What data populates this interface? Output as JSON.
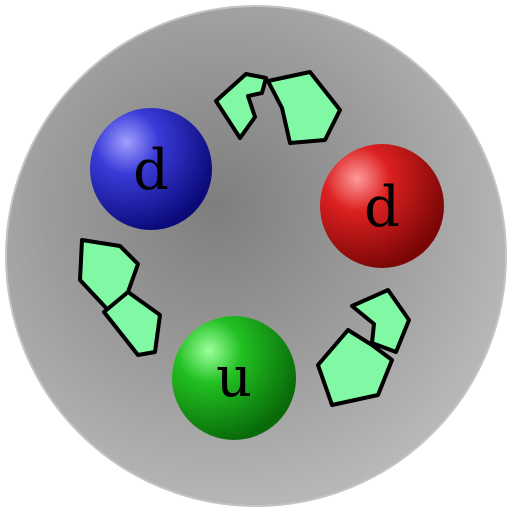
{
  "quarks": [
    {
      "label": "d",
      "color": "#2424c8"
    },
    {
      "label": "d",
      "color": "#d21818"
    },
    {
      "label": "u",
      "color": "#1eb41e"
    }
  ],
  "gluon_color": "#80f8a4",
  "background": {
    "color": "#a8a8a8"
  }
}
